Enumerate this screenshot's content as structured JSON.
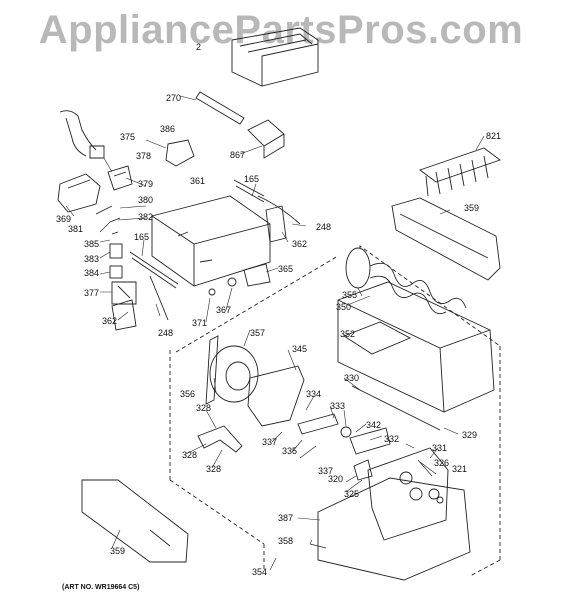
{
  "watermark": "AppliancePartsPros.com",
  "art_no": "(ART NO. WR19664 C5)",
  "labels": [
    "821",
    "2",
    "270",
    "375",
    "386",
    "378",
    "867",
    "379",
    "380",
    "382",
    "165",
    "361",
    "369",
    "381",
    "385",
    "383",
    "384",
    "377",
    "362",
    "165",
    "248",
    "362",
    "248",
    "359",
    "365",
    "367",
    "371",
    "355",
    "350",
    "357",
    "352",
    "345",
    "356",
    "330",
    "334",
    "333",
    "328",
    "337",
    "342",
    "335",
    "329",
    "332",
    "331",
    "326",
    "321",
    "337",
    "320",
    "325",
    "328",
    "328",
    "387",
    "358",
    "359",
    "354"
  ]
}
